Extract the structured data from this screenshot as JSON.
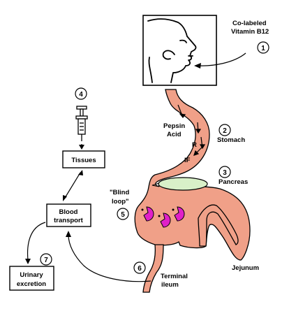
{
  "labels": {
    "co_labeled_line1": "Co-labeled",
    "co_labeled_line2": "Vitamin B12",
    "pepsin": "Pepsin",
    "acid": "Acid",
    "r": "R",
    "stomach": "Stomach",
    "if": "IF",
    "pancreas": "Pancreas",
    "blind_loop_line1": "\"Blind",
    "blind_loop_line2": "loop\"",
    "jejunum": "Jejunum",
    "terminal_ileum_line1": "Terminal",
    "terminal_ileum_line2": "ileum",
    "tissues": "Tissues",
    "blood_transport_line1": "Blood",
    "blood_transport_line2": "transport",
    "urinary_excretion_line1": "Urinary",
    "urinary_excretion_line2": "excretion"
  },
  "steps": [
    "1",
    "2",
    "3",
    "4",
    "5",
    "6",
    "7"
  ],
  "colors": {
    "gut": "#f0a088",
    "pancreas": "#d8f0c8",
    "bacteria": "#e020c8",
    "line": "#000000"
  },
  "icons": [
    "head-icon",
    "syringe-icon",
    "bacteria-icon"
  ]
}
